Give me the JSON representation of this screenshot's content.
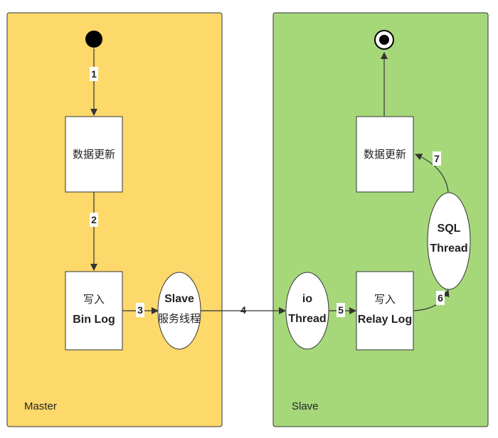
{
  "colors": {
    "master_lane": "#fdd86b",
    "slave_lane": "#a6d87a",
    "node_fill": "#ffffff",
    "stroke": "#333333"
  },
  "lanes": {
    "master": {
      "label": "Master"
    },
    "slave": {
      "label": "Slave"
    }
  },
  "nodes": {
    "master_update": {
      "text": "数据更新"
    },
    "write_binlog": {
      "line1": "写入",
      "line2": "Bin Log"
    },
    "slave_service": {
      "line1": "Slave",
      "line2": "服务线程"
    },
    "io_thread": {
      "line1": "io",
      "line2": "Thread"
    },
    "write_relaylog": {
      "line1": "写入",
      "line2": "Relay Log"
    },
    "sql_thread": {
      "line1": "SQL",
      "line2": "Thread"
    },
    "slave_update": {
      "text": "数据更新"
    }
  },
  "steps": {
    "s1": "1",
    "s2": "2",
    "s3": "3",
    "s4": "4",
    "s5": "5",
    "s6": "6",
    "s7": "7"
  }
}
